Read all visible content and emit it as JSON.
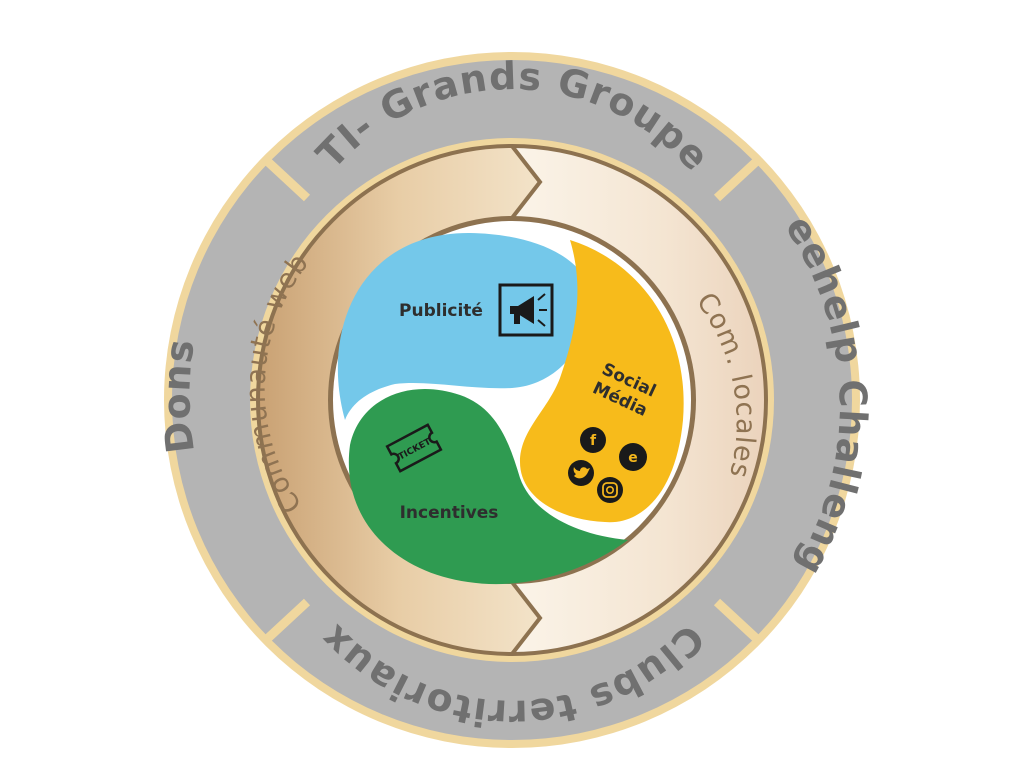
{
  "outer_ring": {
    "top": "ETI- Grands Groupes",
    "right": "Beehelp Challenges",
    "bottom": "Clubs territoriaux",
    "left": "Dons"
  },
  "middle_ring": {
    "left": "Communauté web",
    "right": "Com. locales"
  },
  "core": {
    "ads": "Publicité",
    "social_line1": "Social",
    "social_line2": "Média",
    "incentives": "Incentives",
    "ticket": "TICKET"
  },
  "icons": {
    "ads": "megaphone-icon",
    "ticket": "ticket-icon",
    "social": [
      "facebook-icon",
      "eventbrite-icon",
      "twitter-icon",
      "instagram-icon"
    ]
  },
  "colors": {
    "outer_gray": "#b4b4b4",
    "gold_line": "#f0d79e",
    "mid_brown": "#e9cea7",
    "blue": "#74c8ea",
    "yellow": "#f7bb1b",
    "green": "#2f9b51"
  }
}
